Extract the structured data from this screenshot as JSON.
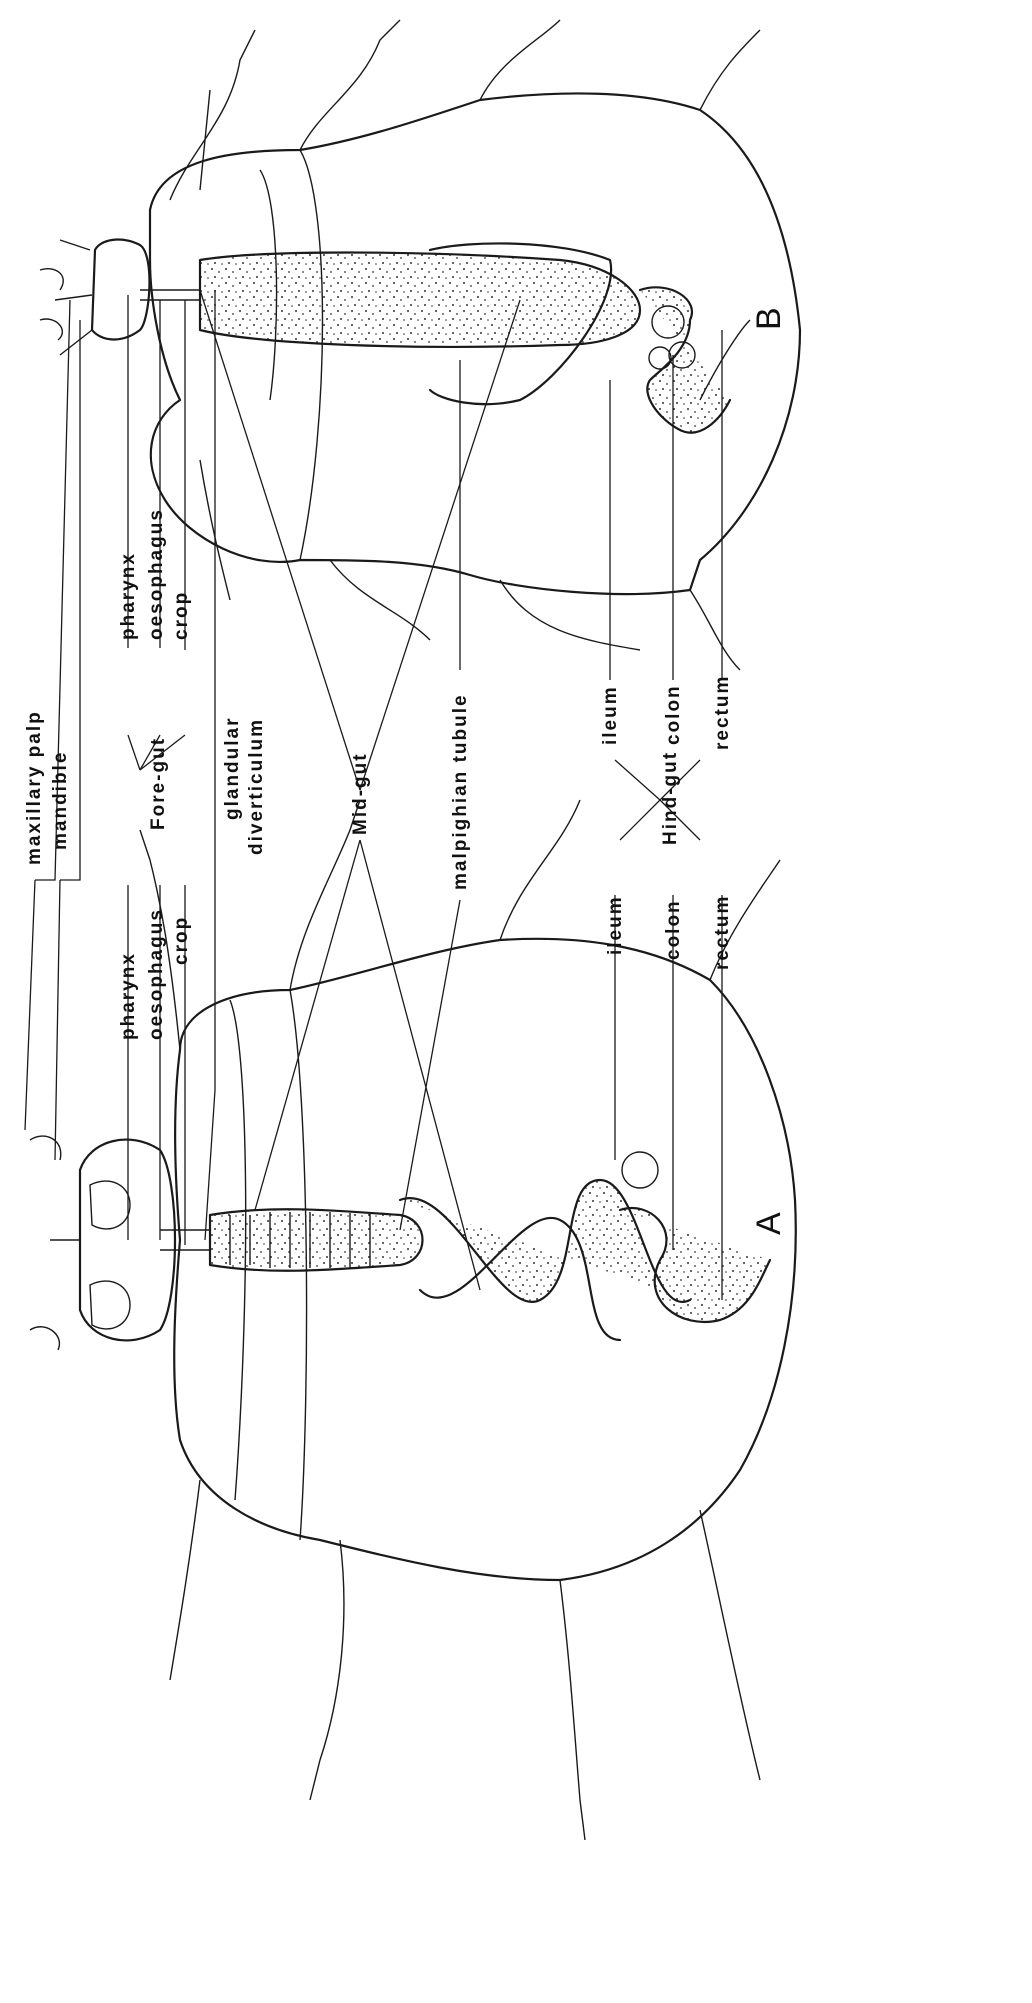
{
  "specimens": {
    "A": "A",
    "B": "B"
  },
  "left_labels": {
    "maxillary_palp": "maxillary palp",
    "mandible": "mandible",
    "pharynx": "pharynx",
    "oesophagus": "oesophagus",
    "crop": "crop",
    "fore_gut": "Fore-gut",
    "glandular": "glandular",
    "diverticulum": "diverticulum"
  },
  "right_labels": {
    "pharynx": "pharynx",
    "oesophagus": "oesophagus",
    "crop": "crop"
  },
  "mid_labels": {
    "mid_gut": "Mid-gut",
    "malpighian_tubule": "malpighian tubule"
  },
  "hind_labels": {
    "ileum_left": "ileum",
    "colon_left": "colon",
    "rectum_left": "rectum",
    "hind_gut": "Hind-gut",
    "ileum_right": "ileum",
    "colon_right": "colon",
    "rectum_right": "rectum"
  },
  "colors": {
    "ink": "#1a1a1a",
    "background": "#ffffff"
  }
}
